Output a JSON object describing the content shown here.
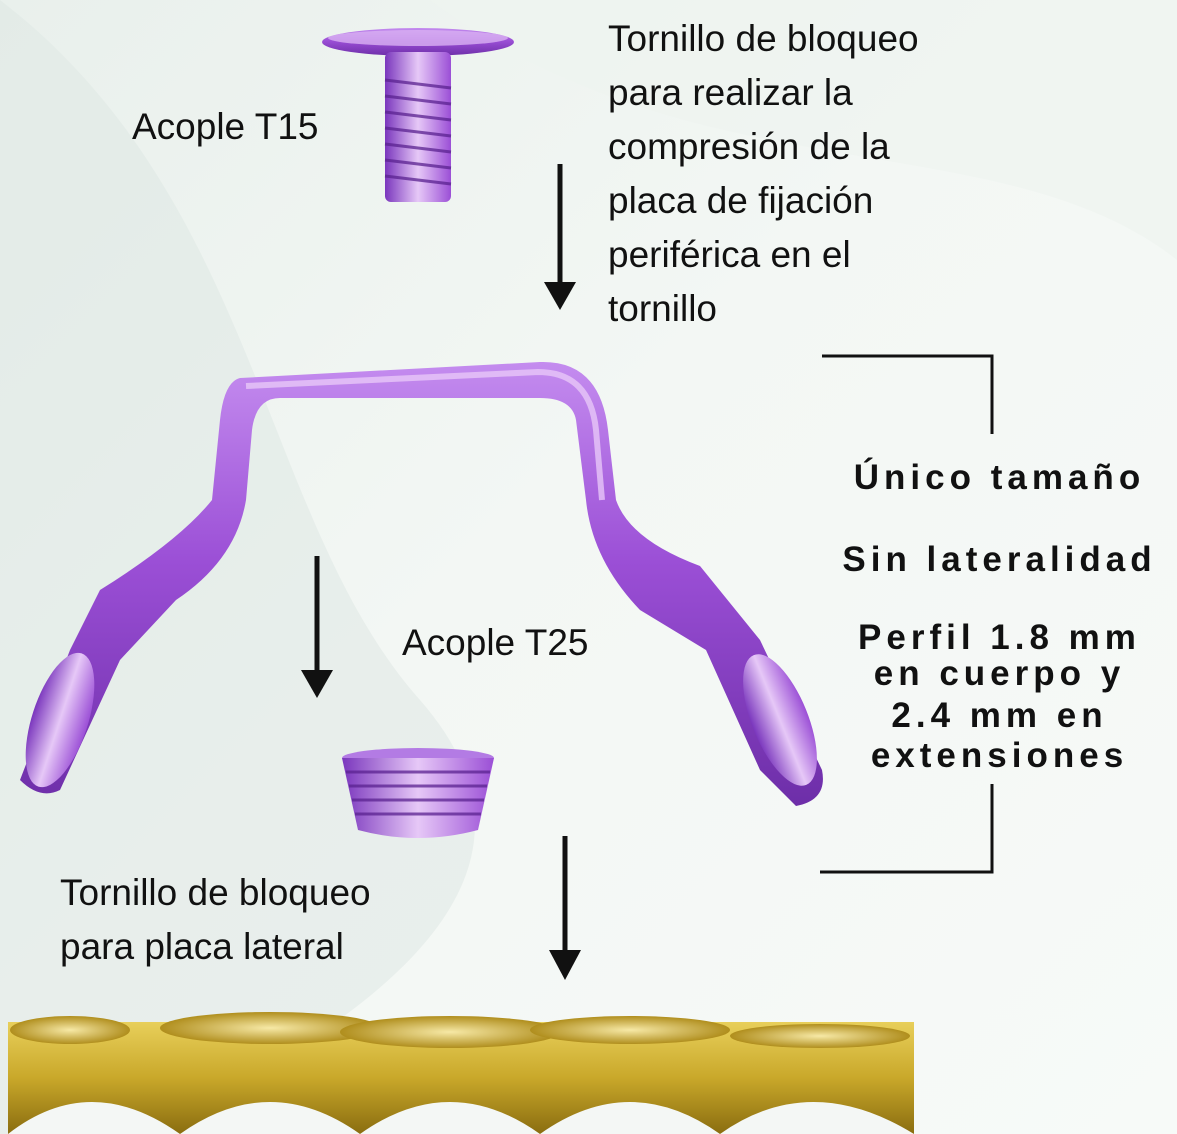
{
  "labels": {
    "acople_t15": "Acople T15",
    "acople_t25": "Acople T25",
    "compression_screw_desc": [
      "Tornillo de bloqueo",
      "para realizar la",
      "compresión de la",
      "placa de fijación",
      "periférica en el",
      "tornillo"
    ],
    "lateral_screw_desc": [
      "Tornillo de bloqueo",
      "para placa lateral"
    ]
  },
  "specs": {
    "size": "Único tamaño",
    "laterality": "Sin lateralidad",
    "profile": [
      "Perfil 1.8 mm",
      "en cuerpo y",
      "2.4 mm en",
      "extensiones"
    ]
  },
  "colors": {
    "implant_purple": "#9b4fd6",
    "implant_purple_light": "#dcb6f2",
    "plate_gold": "#c9a82a",
    "plate_gold_dark": "#8a6d10",
    "arrow": "#111111"
  },
  "icons": {
    "down_arrow": "down-arrow-icon"
  }
}
